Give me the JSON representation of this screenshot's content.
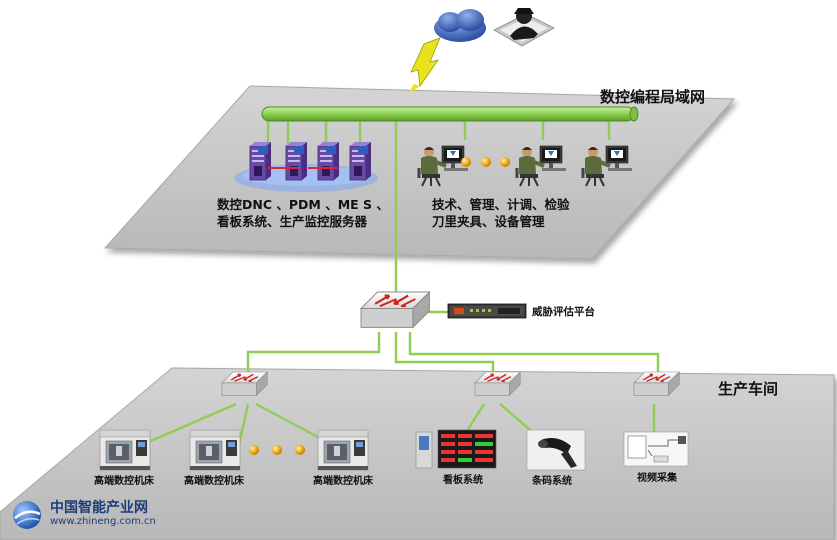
{
  "lan_title": "数控编程局域网",
  "servers_label_line1": "数控DNC 、PDM 、ME S 、",
  "servers_label_line2": "看板系统、生产监控服务器",
  "staff_label_line1": "技术、管理、计调、检验",
  "staff_label_line2": "刀里夹具、设备管理",
  "threat_platform_label": "威胁评估平台",
  "workshop_title": "生产车间",
  "cnc_machine_label": "高端数控机床",
  "kanban_label": "看板系统",
  "barcode_label": "条码系统",
  "video_label": "视频采集",
  "logo_name": "中国智能产业网",
  "logo_url": "www.zhineng.com.cn",
  "colors": {
    "platform": "#c8c8c8",
    "platform_edge": "#9a9a9a",
    "link": "#8fce54",
    "bus": "#93d35e",
    "switch_body": "#e6e6e6",
    "arrow": "#cc2222",
    "lightning": "#e8e21c"
  }
}
